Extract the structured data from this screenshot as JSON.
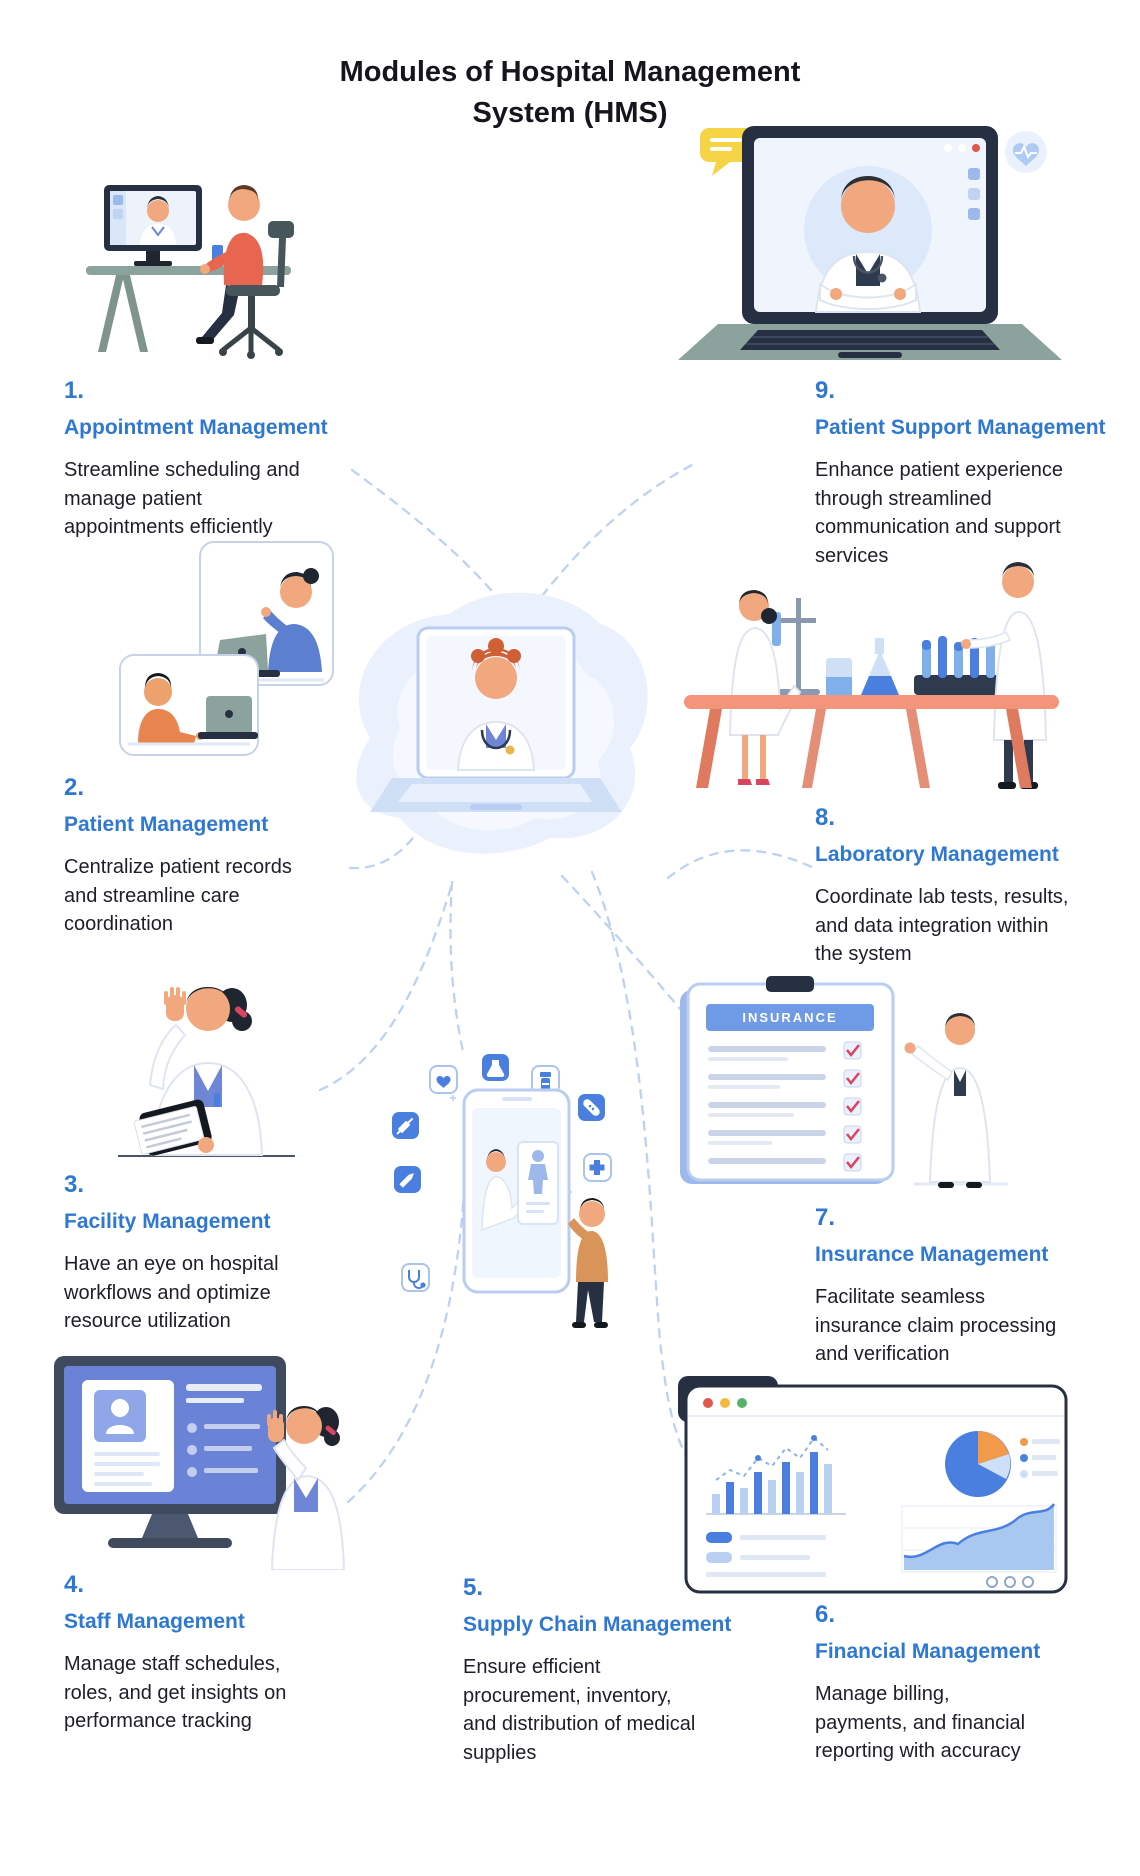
{
  "page": {
    "title": "Modules of Hospital Management\nSystem (HMS)"
  },
  "palette": {
    "accent_blue": "#2e78d2",
    "body_text": "#1e1e28",
    "connector_dash_blue": "#bdd1f1",
    "illustration_blue": "#4a7fe0",
    "salmon_table": "#f2957a",
    "yellow_bubble": "#f5d445",
    "red_check": "#d9455f"
  },
  "modules": [
    {
      "number": "1.",
      "title": "Appointment Management",
      "description": "Streamline scheduling and\nmanage patient\nappointments efficiently"
    },
    {
      "number": "2.",
      "title": "Patient Management",
      "description": "Centralize patient records\nand streamline care\ncoordination"
    },
    {
      "number": "3.",
      "title": "Facility Management",
      "description": "Have an eye on hospital\nworkflows and optimize\nresource utilization"
    },
    {
      "number": "4.",
      "title": "Staff Management",
      "description": "Manage staff schedules,\nroles, and get insights on\nperformance tracking"
    },
    {
      "number": "5.",
      "title": "Supply Chain Management",
      "description": "Ensure efficient\nprocurement, inventory,\nand distribution of medical\nsupplies"
    },
    {
      "number": "6.",
      "title": "Financial Management",
      "description": "Manage billing,\npayments, and financial\nreporting with accuracy"
    },
    {
      "number": "7.",
      "title": "Insurance Management",
      "description": "Facilitate seamless\ninsurance claim processing\nand verification"
    },
    {
      "number": "8.",
      "title": "Laboratory Management",
      "description": "Coordinate lab tests, results,\nand data integration within\nthe system"
    },
    {
      "number": "9.",
      "title": "Patient Support Management",
      "description": "Enhance patient experience\nthrough streamlined\ncommunication and support\nservices"
    }
  ],
  "illustrations": {
    "insurance_label": "INSURANCE",
    "center": "doctor-on-laptop",
    "supply_chain_icons": [
      "syringe-icon",
      "heart-pulse-icon",
      "flask-icon",
      "pill-bottle-icon",
      "bandage-icon",
      "plus-icon",
      "pencil-icon",
      "stethoscope-icon"
    ]
  }
}
